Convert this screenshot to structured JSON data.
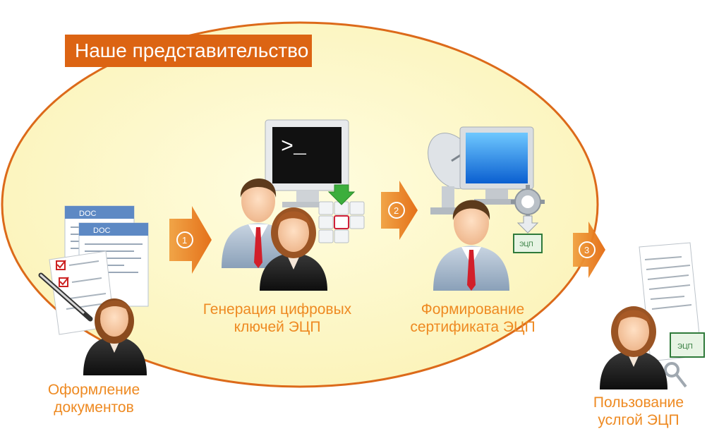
{
  "banner": {
    "title": "Наше представительство"
  },
  "colors": {
    "accent": "#dc6413",
    "text_orange": "#ee8a22",
    "ellipse_fill": "#fdf8c7"
  },
  "steps": [
    {
      "number": "1",
      "label_lines": [
        "Оформление",
        "документов"
      ]
    },
    {
      "number": "2",
      "label_lines": [
        "Генерация цифровых",
        "ключей ЭЦП"
      ]
    },
    {
      "number": "3",
      "label_lines": [
        "Формирование",
        "сертификата ЭЦП"
      ]
    },
    {
      "label_lines": [
        "Пользование",
        "услгой ЭЦП"
      ]
    }
  ],
  "icons": {
    "terminal_prompt": ">_",
    "doc_label": "DOC",
    "cert_seal": "ЭЦП",
    "arrow_numbers": [
      "1",
      "2",
      "3"
    ]
  }
}
